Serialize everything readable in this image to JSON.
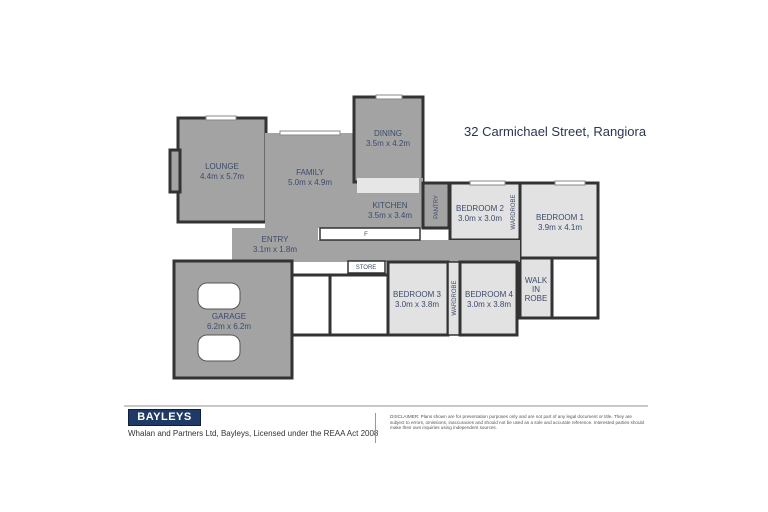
{
  "address": "32 Carmichael Street, Rangiora",
  "rooms": {
    "lounge": {
      "name": "LOUNGE",
      "size": "4.4m x 5.7m"
    },
    "family": {
      "name": "FAMILY",
      "size": "5.0m x 4.9m"
    },
    "dining": {
      "name": "DINING",
      "size": "3.5m x 4.2m"
    },
    "kitchen": {
      "name": "KITCHEN",
      "size": "3.5m x 3.4m"
    },
    "pantry": {
      "name": "PANTRY"
    },
    "bedroom2": {
      "name": "BEDROOM 2",
      "size": "3.0m x 3.0m"
    },
    "bedroom1": {
      "name": "BEDROOM 1",
      "size": "3.9m x 4.1m"
    },
    "entry": {
      "name": "ENTRY",
      "size": "3.1m x 1.8m"
    },
    "garage": {
      "name": "GARAGE",
      "size": "6.2m x 6.2m"
    },
    "store": {
      "name": "STORE"
    },
    "bedroom3": {
      "name": "BEDROOM 3",
      "size": "3.0m x 3.8m"
    },
    "bedroom4": {
      "name": "BEDROOM 4",
      "size": "3.0m x 3.8m"
    },
    "walk_in_robe": {
      "name": [
        "WALK",
        "IN",
        "ROBE"
      ]
    },
    "wardrobe": "WARDROBE",
    "fridge": "F"
  },
  "colors": {
    "living": "#a3a3a3",
    "bedroom": "#e2e2e2",
    "wall": "#333333",
    "brand": "#1f3a66"
  },
  "footer": {
    "logo": "BAYLEYS",
    "license": "Whalan and Partners Ltd, Bayleys, Licensed under the REAA Act 2008",
    "disclaimer": "DISCLAIMER: Plans shown are for presentation purposes only and are not part of any legal document or title. They are subject to errors, omissions, inaccuracies and should not be used as a sole and accurate reference. Interested parties should make their own inquiries using independent sources."
  }
}
